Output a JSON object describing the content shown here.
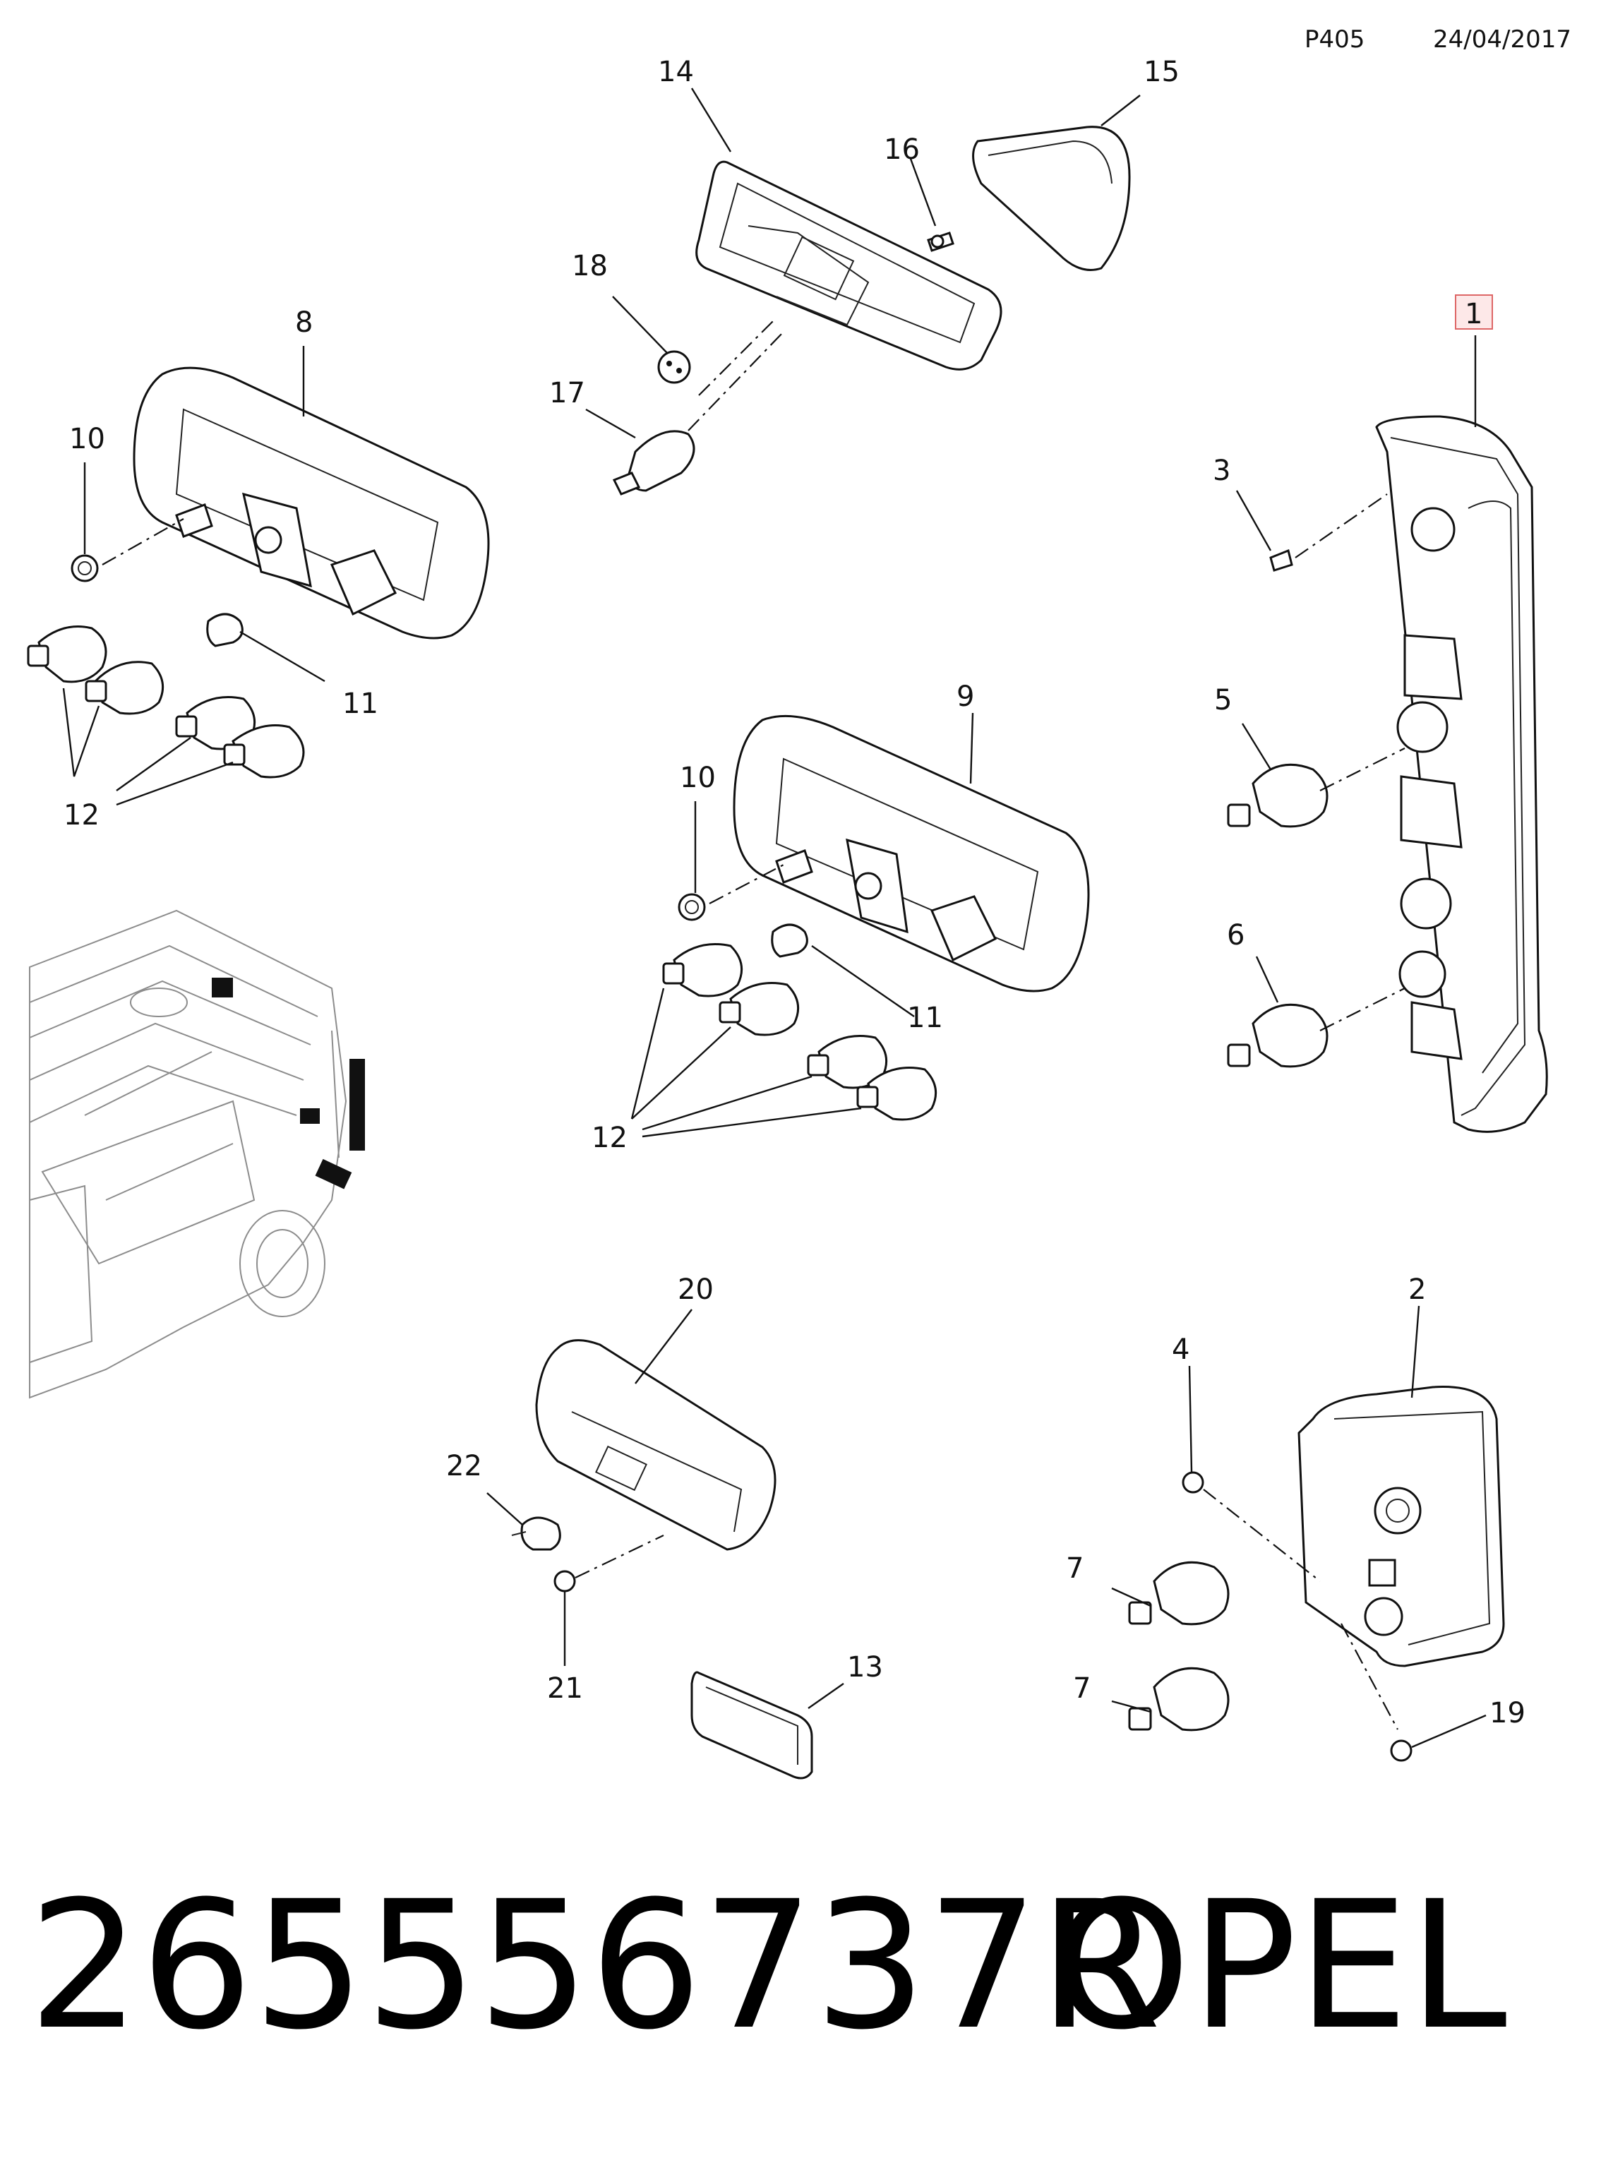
{
  "header": {
    "page_code": "P405",
    "date": "24/04/2017"
  },
  "footer": {
    "part_number": "265556737R",
    "brand": "OPEL"
  },
  "callouts": {
    "c1": "1",
    "c2": "2",
    "c3": "3",
    "c4": "4",
    "c5": "5",
    "c6": "6",
    "c7a": "7",
    "c7b": "7",
    "c8": "8",
    "c9": "9",
    "c10a": "10",
    "c10b": "10",
    "c11a": "11",
    "c11b": "11",
    "c12a": "12",
    "c12b": "12",
    "c13": "13",
    "c14": "14",
    "c15": "15",
    "c16": "16",
    "c17": "17",
    "c18": "18",
    "c19": "19",
    "c20": "20",
    "c21": "21",
    "c22": "22"
  },
  "highlight_color": "#fde8e8"
}
